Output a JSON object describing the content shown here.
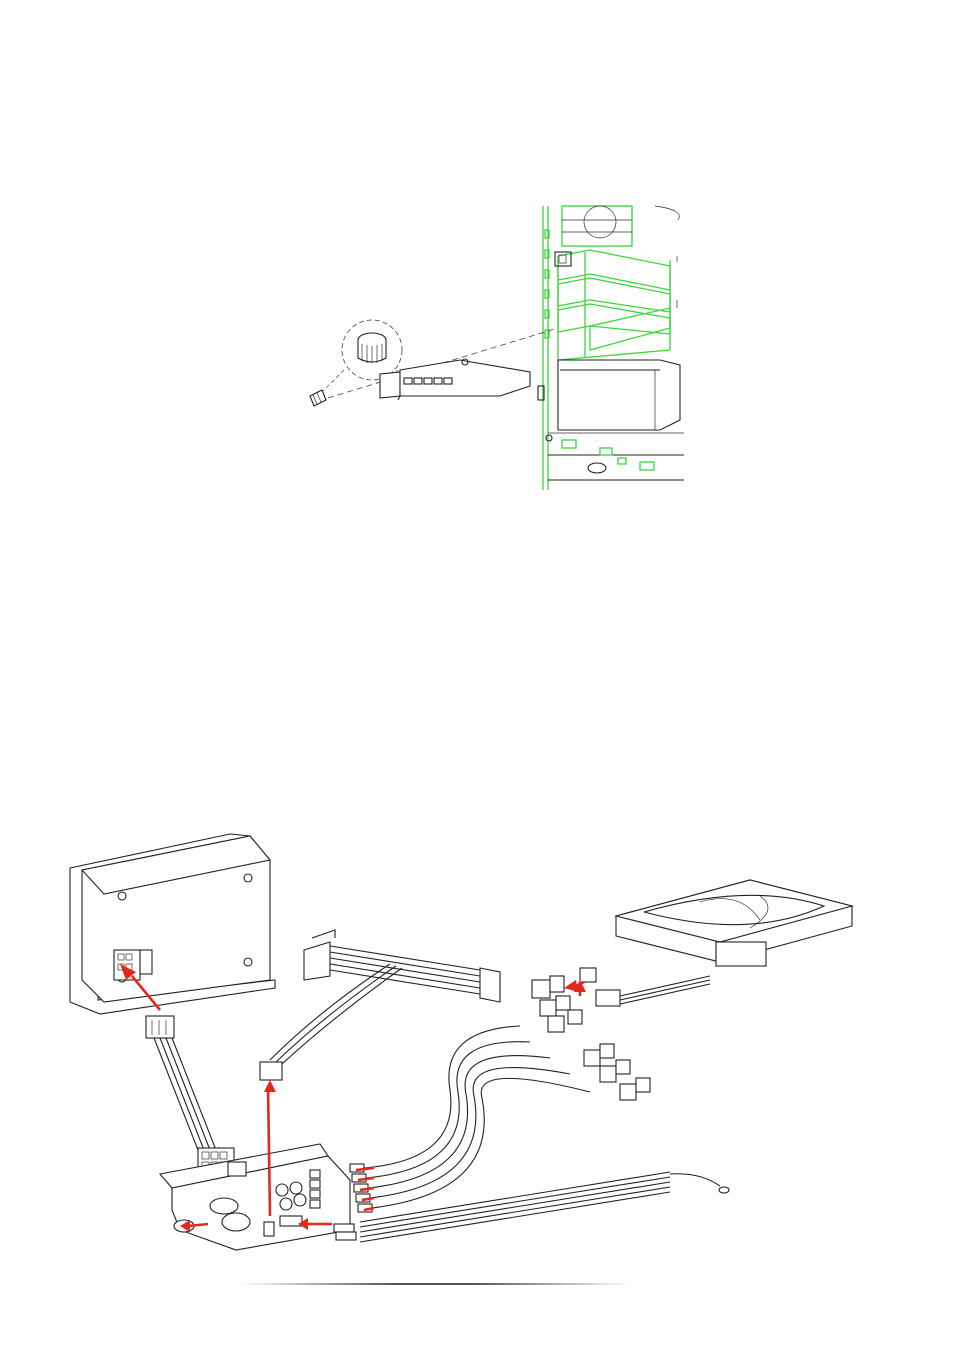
{
  "document": {
    "figures": [
      {
        "id": "pci-bracket-installation",
        "icon": "chassis-illustration"
      },
      {
        "id": "cable-connection-diagram",
        "icon": "wiring-illustration"
      }
    ]
  },
  "colors": {
    "chassis_highlight": "#3ad63a",
    "connection_arrow": "#e3281e",
    "line_art": "#222222"
  }
}
